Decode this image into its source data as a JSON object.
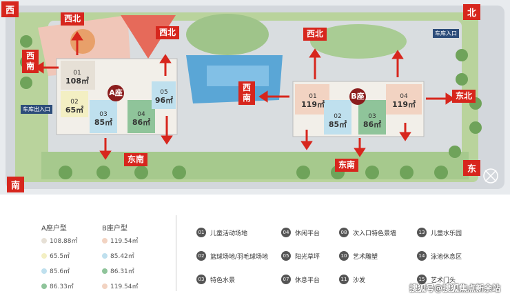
{
  "corners": {
    "west": "西",
    "north": "北",
    "south": "南",
    "east": "东"
  },
  "direction_tags": {
    "a_northwest_1": "西北",
    "a_northwest_2": "西北",
    "a_west_south": "西南",
    "a_southeast": "东南",
    "center_west_south": "西南",
    "b_northwest": "西北",
    "b_northeast": "东北",
    "b_southeast": "东南"
  },
  "gates": {
    "car_entrance": "车库入口",
    "car_exit": "车库出入口"
  },
  "tower_a": {
    "badge": "A座",
    "units": [
      {
        "no": "01",
        "area": "108㎡"
      },
      {
        "no": "02",
        "area": "65㎡"
      },
      {
        "no": "03",
        "area": "85㎡"
      },
      {
        "no": "04",
        "area": "86㎡"
      },
      {
        "no": "05",
        "area": "96㎡"
      }
    ]
  },
  "tower_b": {
    "badge": "B座",
    "units": [
      {
        "no": "01",
        "area": "119㎡"
      },
      {
        "no": "02",
        "area": "85㎡"
      },
      {
        "no": "03",
        "area": "86㎡"
      },
      {
        "no": "04",
        "area": "119㎡"
      }
    ]
  },
  "legend": {
    "a_title": "A座户型",
    "b_title": "B座户型",
    "a_items": [
      {
        "label": "108.88㎡",
        "color": "#e6e0d6"
      },
      {
        "label": "65.5㎡",
        "color": "#f3efc3"
      },
      {
        "label": "85.6㎡",
        "color": "#bfe0ee"
      },
      {
        "label": "86.33㎡",
        "color": "#8fc49a"
      }
    ],
    "b_items": [
      {
        "label": "119.54㎡",
        "color": "#f2d3c2"
      },
      {
        "label": "85.42㎡",
        "color": "#bfe0ee"
      },
      {
        "label": "86.31㎡",
        "color": "#8fc49a"
      },
      {
        "label": "119.54㎡",
        "color": "#f2d3c2"
      }
    ]
  },
  "facilities": [
    {
      "no": "01",
      "label": "儿童活动场地"
    },
    {
      "no": "02",
      "label": "篮球场地/羽毛球场地"
    },
    {
      "no": "03",
      "label": "特色水景"
    },
    {
      "no": "04",
      "label": "休闲平台"
    },
    {
      "no": "05",
      "label": "阳光草坪"
    },
    {
      "no": "07",
      "label": "休息平台"
    },
    {
      "no": "08",
      "label": "次入口特色景墙"
    },
    {
      "no": "10",
      "label": "艺术雕塑"
    },
    {
      "no": "11",
      "label": "沙发"
    },
    {
      "no": "13",
      "label": "儿童水乐园"
    },
    {
      "no": "14",
      "label": "泳池休息区"
    },
    {
      "no": "15",
      "label": "艺术门头"
    }
  ],
  "watermark": "搜狐号@搜狐焦点新余站",
  "colors": {
    "tag": "#d7261d",
    "road": "#c9ccd1",
    "grass": "#9fc48a",
    "water": "#5aa6d6"
  }
}
